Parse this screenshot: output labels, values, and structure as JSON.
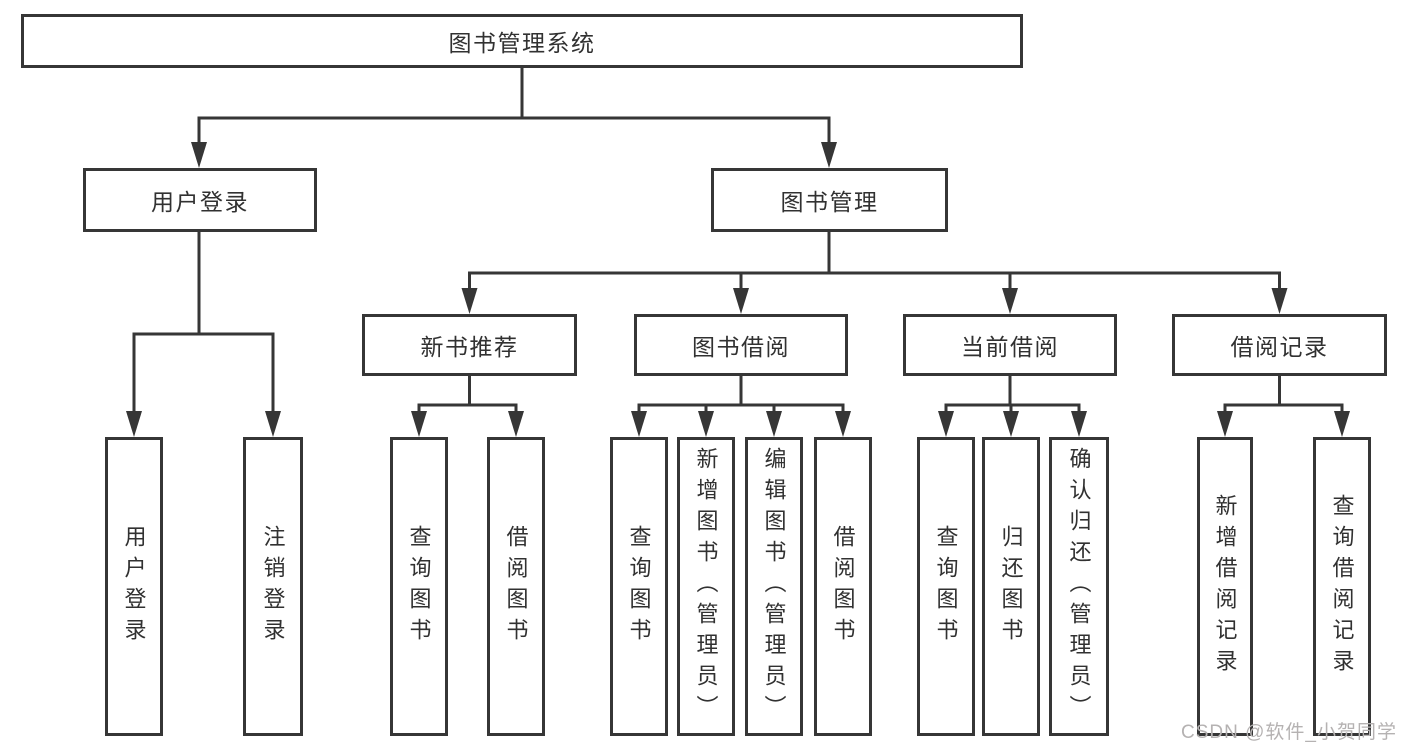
{
  "diagram": {
    "type": "hierarchy-tree",
    "watermark": "CSDN @软件_小贺同学",
    "colors": {
      "line": "#363636",
      "box_border": "#363636",
      "text": "#313131",
      "background": "#ffffff",
      "watermark": "#b5b2b2"
    },
    "tree": {
      "root": {
        "label": "图书管理系统",
        "children": [
          {
            "label": "用户登录",
            "children": [
              {
                "label": "用户登录"
              },
              {
                "label": "注销登录"
              }
            ]
          },
          {
            "label": "图书管理",
            "children": [
              {
                "label": "新书推荐",
                "children": [
                  {
                    "label": "查询图书"
                  },
                  {
                    "label": "借阅图书"
                  }
                ]
              },
              {
                "label": "图书借阅",
                "children": [
                  {
                    "label": "查询图书"
                  },
                  {
                    "label": "新增图书（管理员）"
                  },
                  {
                    "label": "编辑图书（管理员）"
                  },
                  {
                    "label": "借阅图书"
                  }
                ]
              },
              {
                "label": "当前借阅",
                "children": [
                  {
                    "label": "查询图书"
                  },
                  {
                    "label": "归还图书"
                  },
                  {
                    "label": "确认归还（管理员）"
                  }
                ]
              },
              {
                "label": "借阅记录",
                "children": [
                  {
                    "label": "新增借阅记录"
                  },
                  {
                    "label": "查询借阅记录"
                  }
                ]
              }
            ]
          }
        ]
      }
    }
  }
}
